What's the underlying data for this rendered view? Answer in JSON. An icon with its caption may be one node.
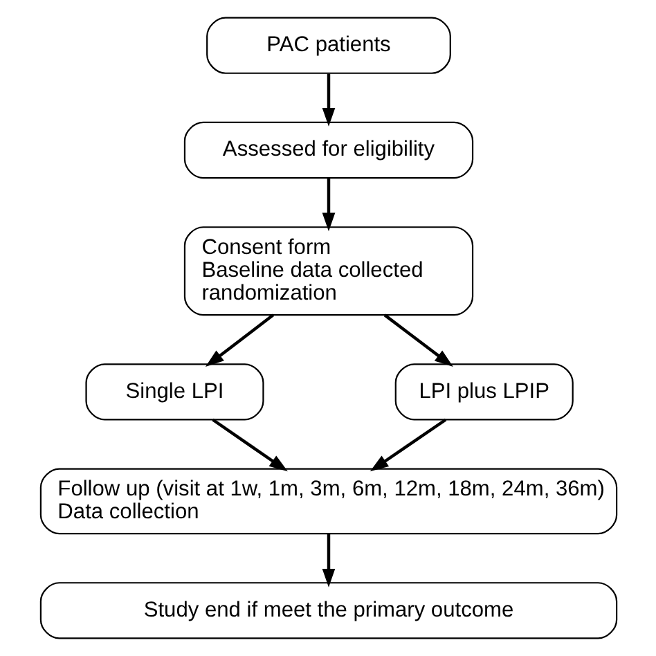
{
  "diagram": {
    "nodes": [
      {
        "text": [
          "PAC patients"
        ]
      },
      {
        "text": [
          "Assessed for eligibility"
        ]
      },
      {
        "text": [
          "Consent form",
          "Baseline data collected",
          "randomization"
        ]
      },
      {
        "text": [
          "Single LPI"
        ]
      },
      {
        "text": [
          "LPI plus LPIP"
        ]
      },
      {
        "text": [
          "Follow up (visit at 1w, 1m, 3m, 6m, 12m, 18m, 24m, 36m)",
          "Data collection"
        ]
      },
      {
        "text": [
          "Study end if meet the primary outcome"
        ]
      }
    ],
    "edges": [
      {
        "from": 0,
        "to": 1,
        "arrow": "to"
      },
      {
        "from": 1,
        "to": 2,
        "arrow": "to"
      },
      {
        "from": 2,
        "to": 3,
        "arrow": "to"
      },
      {
        "from": 2,
        "to": 4,
        "arrow": "to"
      },
      {
        "from": 3,
        "to": 5,
        "arrow": "to"
      },
      {
        "from": 4,
        "to": 5,
        "arrow": "to"
      },
      {
        "from": 5,
        "to": 6,
        "arrow": "to"
      }
    ]
  }
}
